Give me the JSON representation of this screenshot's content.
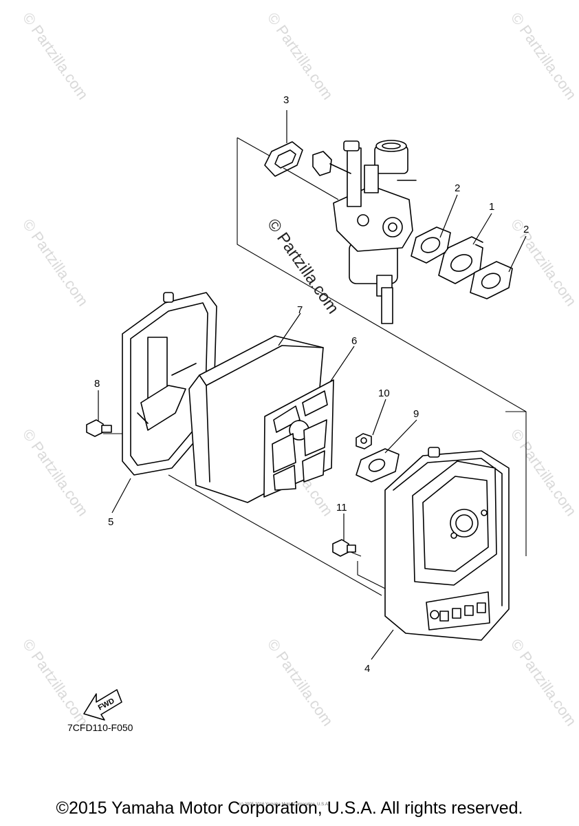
{
  "watermarks": {
    "main": "© Partzilla.com",
    "repeat": "© Partzilla.com"
  },
  "callouts": {
    "c1": "1",
    "c2a": "2",
    "c2b": "2",
    "c3": "3",
    "c4": "4",
    "c5": "5",
    "c6": "6",
    "c7": "7",
    "c8": "8",
    "c9": "9",
    "c10": "10",
    "c11": "11"
  },
  "fwd_label": "FWD",
  "diagram_code": "7CFD110-F050",
  "small_copyright": "(c) 2005-2016 Yamaha Motor Corporation, U.S.A.",
  "copyright": "©2015 Yamaha Motor Corporation, U.S.A. All rights reserved."
}
